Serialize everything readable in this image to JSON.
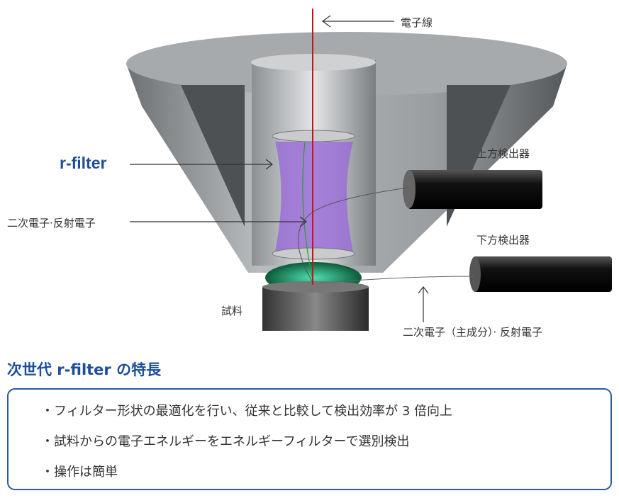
{
  "diagram": {
    "labels": {
      "electron_beam": "電子線",
      "r_filter": "r-filter",
      "upper_detector": "上方検出器",
      "secondary_backscattered": "二次電子·反射電子",
      "lower_detector": "下方検出器",
      "sample": "試料",
      "secondary_main_backscattered": "二次電子（主成分）· 反射電子"
    },
    "colors": {
      "beam": "#c0161c",
      "filter": "#9b6fd6",
      "accent": "#1d4e96"
    }
  },
  "features": {
    "title": "次世代 r-filter の特長",
    "items": [
      "・フィルター形状の最適化を行い、従来と比較して検出効率が 3 倍向上",
      "・試料からの電子エネルギーをエネルギーフィルターで選別検出",
      "・操作は簡単"
    ]
  }
}
